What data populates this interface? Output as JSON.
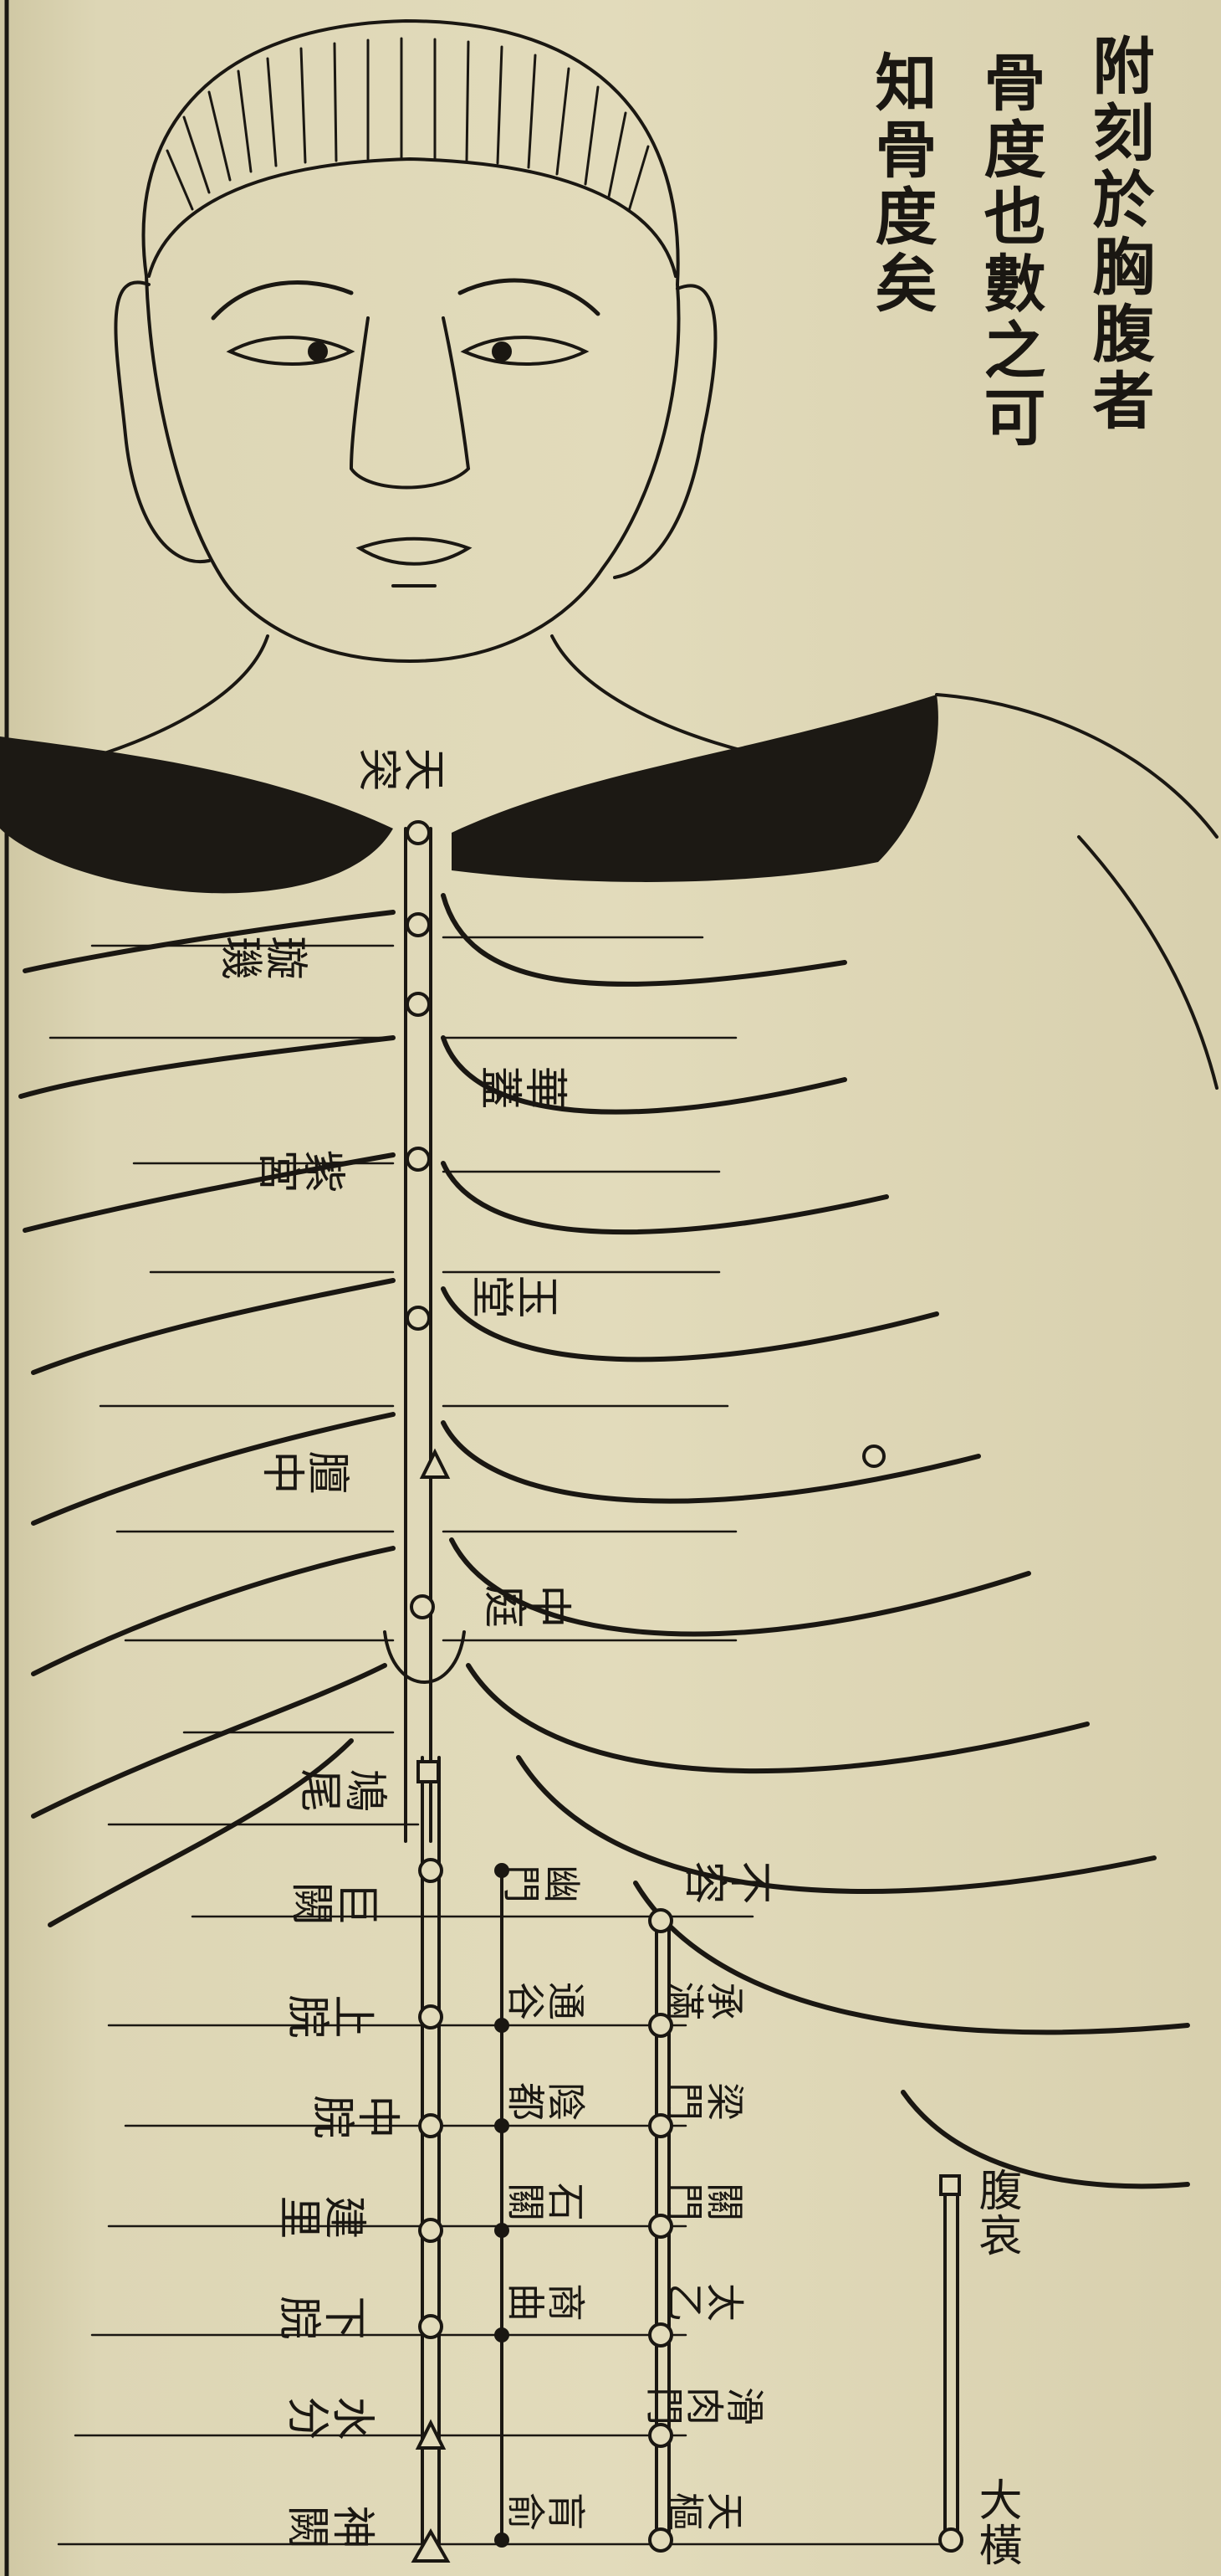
{
  "annotation": {
    "col1": "附刻於胸腹者",
    "col2": "骨度也數之可",
    "col3": "知骨度矣"
  },
  "labels": {
    "neck": "天突",
    "xuanji": "璇璣",
    "huagai": "華蓋",
    "zigong": "紫宮",
    "yutang": "玉堂",
    "shanzhong": "膻中",
    "zhongting": "中庭",
    "jiuwei": "鳩尾",
    "juque": "巨闕",
    "shangwan": "上脘",
    "zhongwan": "中脘",
    "jianli": "建里",
    "xiawan": "下脘",
    "shuifen": "水分",
    "shenque": "神闕",
    "youmen": "幽門",
    "tonggu": "通谷",
    "yindu": "陰都",
    "shiguan": "石關",
    "shangqu": "商曲",
    "huangshu": "肓俞",
    "burong": "不容",
    "chengman": "承滿",
    "liangmen": "梁門",
    "guanmen": "關門",
    "taiyi": "太乙",
    "huaroumen": "滑肉門",
    "tianshu": "天樞",
    "fuai": "腹哀",
    "daheng": "大橫"
  },
  "colors": {
    "ink": "#1a1712",
    "paper": "#e2dbbb"
  }
}
